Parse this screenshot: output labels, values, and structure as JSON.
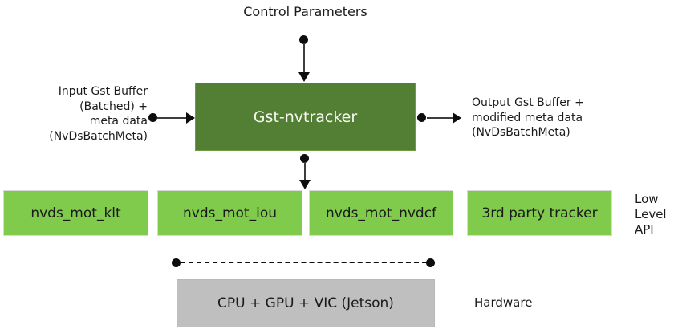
{
  "colors": {
    "dark_green": "#527F33",
    "dark_green_border": "#6d9a47",
    "light_green": "#80CB4C",
    "hardware_gray": "#BFBFBF",
    "box_border_light": "#D9D9D9",
    "line_black": "#0d0d0d",
    "main_label_text": "#F7F8F1",
    "text_black": "#1A1A1A"
  },
  "diagram": {
    "control_parameters_label": "Control Parameters",
    "main_block_label": "Gst-nvtracker",
    "input_label_lines": [
      "Input Gst Buffer",
      "(Batched) +",
      "meta data",
      "(NvDsBatchMeta)"
    ],
    "output_label_lines": [
      "Output Gst Buffer +",
      "modified meta data",
      "(NvDsBatchMeta)"
    ],
    "low_level_trackers": [
      "nvds_mot_klt",
      "nvds_mot_iou",
      "nvds_mot_nvdcf",
      "3rd party tracker"
    ],
    "low_level_api_label_lines": [
      "Low",
      "Level",
      "API"
    ],
    "hardware_block_label": "CPU + GPU + VIC (Jetson)",
    "hardware_label": "Hardware"
  }
}
